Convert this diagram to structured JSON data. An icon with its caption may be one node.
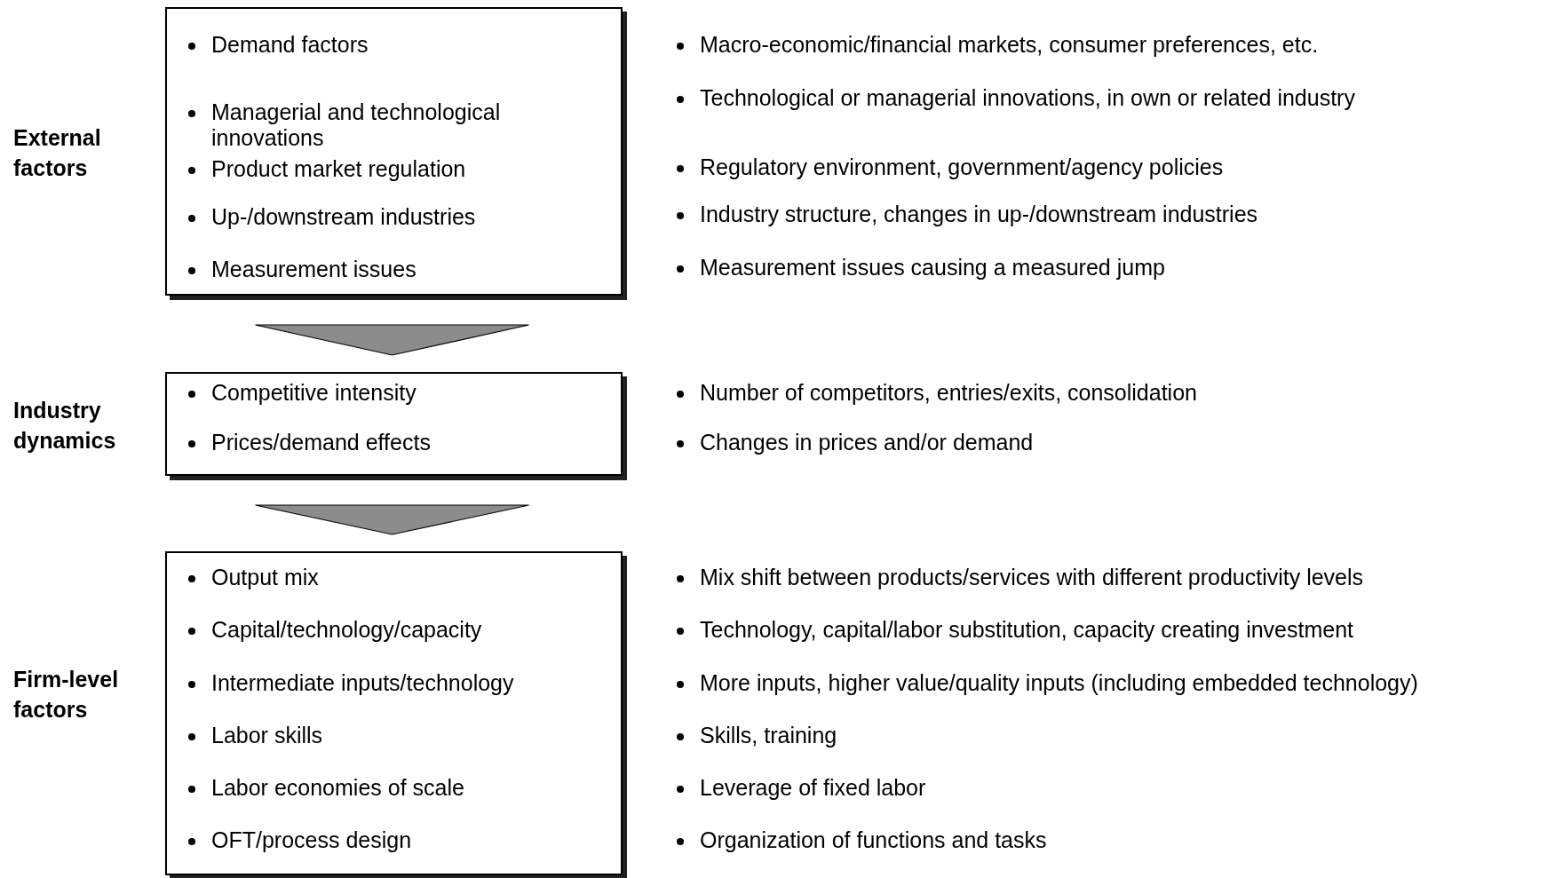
{
  "diagram": {
    "nodes": [
      {
        "text": [
          "External factors",
          "Demand factors",
          "Managerial and technological innovations",
          "Product market regulation",
          "Up-/downstream industries",
          "Measurement issues"
        ]
      },
      {
        "text": [
          "Industry dynamics",
          "Competitive intensity",
          "Prices/demand effects"
        ]
      },
      {
        "text": [
          "Firm-level factors",
          "Output mix",
          "Capital/technology/capacity",
          "Intermediate inputs/technology",
          "Labor skills",
          "Labor economies of scale",
          "OFT/process design"
        ]
      }
    ],
    "edges": [
      {
        "from": 0,
        "to": 1,
        "arrow": "to"
      },
      {
        "from": 1,
        "to": 2,
        "arrow": "to"
      }
    ],
    "labels": [
      "Macro-economic/financial markets, consumer preferences, etc.",
      "Technological or managerial innovations, in own or related industry",
      "Regulatory environment, government/agency policies",
      "Industry structure, changes in up-/downstream industries",
      "Measurement issues causing a measured jump",
      "Number of competitors, entries/exits, consolidation",
      "Changes in prices and/or demand",
      "Mix shift between products/services with different productivity levels",
      "Technology, capital/labor substitution, capacity creating investment",
      "More inputs, higher value/quality inputs (including embedded technology)",
      "Skills, training",
      "Leverage of fixed labor",
      "Organization of functions and tasks"
    ]
  }
}
